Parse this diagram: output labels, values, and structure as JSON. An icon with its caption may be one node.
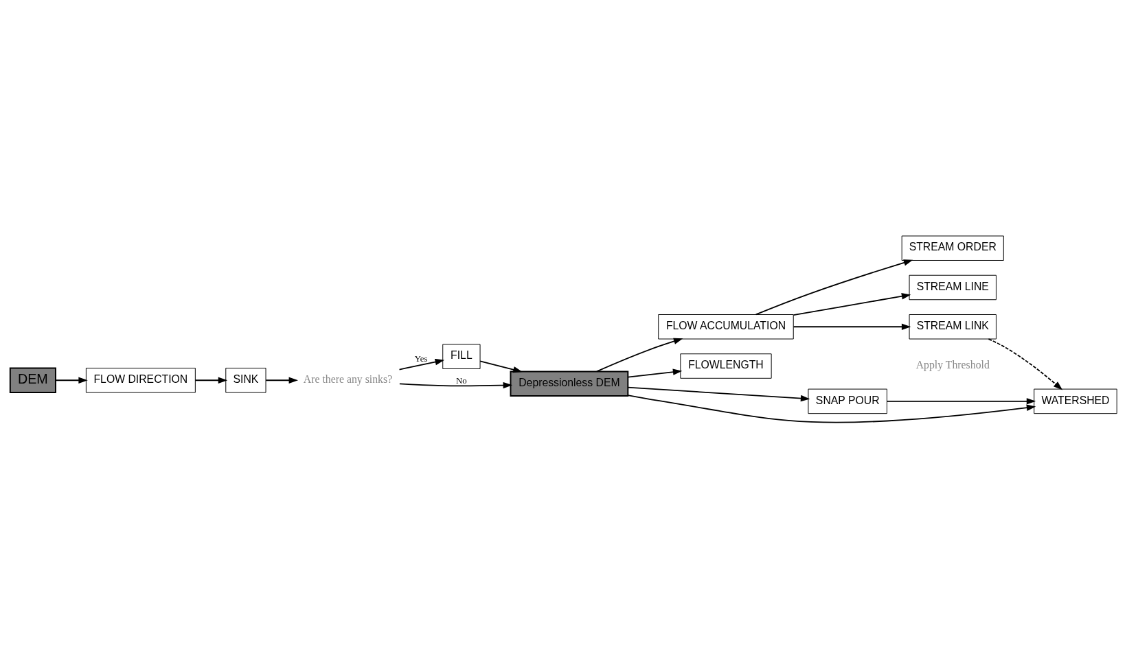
{
  "diagram": {
    "nodes": [
      {
        "text": [
          "DEM"
        ]
      },
      {
        "text": [
          "FLOW DIRECTION"
        ]
      },
      {
        "text": [
          "SINK"
        ]
      },
      {
        "text": [
          "Are there any sinks?"
        ]
      },
      {
        "text": [
          "FILL"
        ]
      },
      {
        "text": [
          "Depressionless DEM"
        ]
      },
      {
        "text": [
          "FLOW ACCUMULATION"
        ]
      },
      {
        "text": [
          "STREAM ORDER"
        ]
      },
      {
        "text": [
          "STREAM LINE"
        ]
      },
      {
        "text": [
          "STREAM LINK"
        ]
      },
      {
        "text": [
          "FLOWLENGTH"
        ]
      },
      {
        "text": [
          "SNAP POUR"
        ]
      },
      {
        "text": [
          "WATERSHED"
        ]
      }
    ],
    "edges": [
      {
        "from": 0,
        "to": 1,
        "arrow": "to"
      },
      {
        "from": 1,
        "to": 2,
        "arrow": "to"
      },
      {
        "from": 2,
        "to": 3,
        "arrow": "to"
      },
      {
        "from": 3,
        "to": 5,
        "arrow": "to",
        "label": "No"
      },
      {
        "from": 3,
        "to": 4,
        "arrow": "to",
        "label": "Yes"
      },
      {
        "from": 4,
        "to": 5,
        "arrow": "to"
      },
      {
        "from": 5,
        "to": 6,
        "arrow": "to"
      },
      {
        "from": 6,
        "to": 7,
        "arrow": "to"
      },
      {
        "from": 6,
        "to": 8,
        "arrow": "to"
      },
      {
        "from": 6,
        "to": 9,
        "arrow": "to"
      },
      {
        "from": 5,
        "to": 10,
        "arrow": "to"
      },
      {
        "from": 5,
        "to": 11,
        "arrow": "to"
      },
      {
        "from": 5,
        "to": 12,
        "arrow": "to"
      },
      {
        "from": 11,
        "to": 12,
        "arrow": "to"
      },
      {
        "from": 9,
        "to": 12,
        "arrow": "to",
        "style": "dashed"
      }
    ],
    "labels": [
      "Apply Threshold"
    ]
  }
}
